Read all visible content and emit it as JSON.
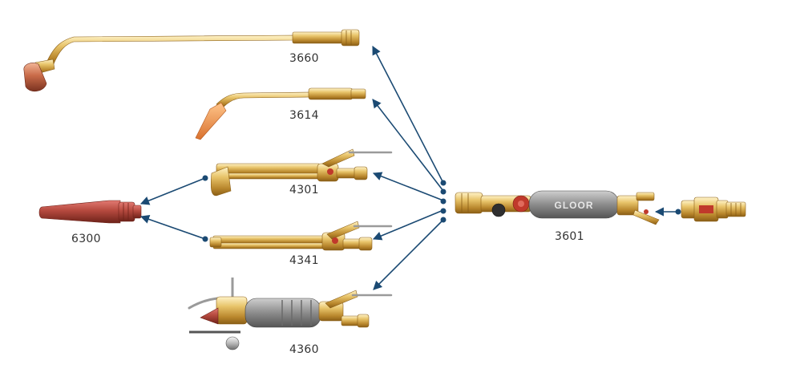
{
  "colors": {
    "arrow": "#1b4a73",
    "brass_light": "#f6dc95",
    "brass_mid": "#d9ac4e",
    "brass_dark": "#9c6f1c",
    "copper_light": "#e8a07c",
    "copper_mid": "#c26446",
    "copper_dark": "#7e3524",
    "grip_light": "#b3b3b3",
    "grip_dark": "#5e5e5e",
    "accent_red": "#c0392b",
    "label": "#333333"
  },
  "parts": [
    {
      "id": "3660",
      "label": "3660",
      "icon": "long-bent-torch-neck"
    },
    {
      "id": "3614",
      "label": "3614",
      "icon": "curved-tip-neck"
    },
    {
      "id": "4301",
      "label": "4301",
      "icon": "cutting-attachment"
    },
    {
      "id": "4341",
      "label": "4341",
      "icon": "straight-cutting-attachment"
    },
    {
      "id": "4360",
      "label": "4360",
      "icon": "machine-cutting-torch"
    },
    {
      "id": "6300",
      "label": "6300",
      "icon": "cutting-nozzle"
    },
    {
      "id": "3601",
      "label": "3601",
      "icon": "torch-handle"
    }
  ],
  "handle_brand": "GLOOR"
}
